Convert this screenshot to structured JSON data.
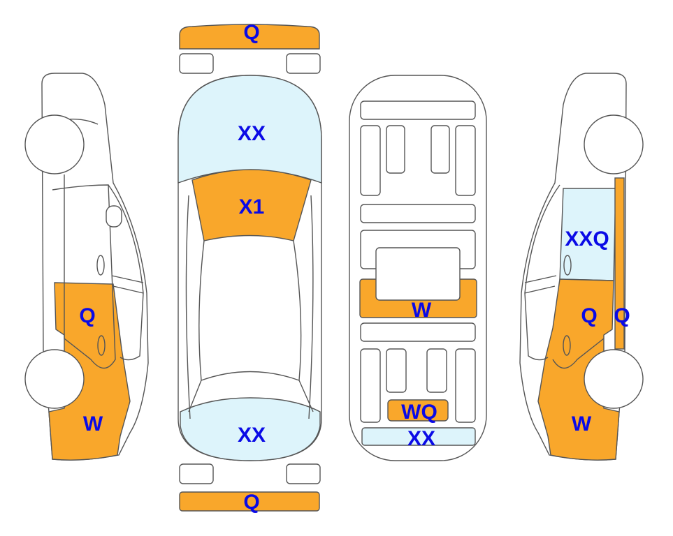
{
  "colors": {
    "damage_orange": "#F9A72B",
    "damage_blue": "#DDF4FB",
    "label": "#0A0AE6"
  },
  "top_view": {
    "front_bumper": "Q",
    "hood": "XX",
    "windshield": "X1",
    "rear_window": "XX",
    "rear_bumper": "Q"
  },
  "underside_view": {
    "middle": "W",
    "rear_small": "WQ",
    "rear_bar": "XX"
  },
  "left_side": {
    "front_door": "Q",
    "front_fender": "W"
  },
  "right_side": {
    "rear_window": "XXQ",
    "front_door": "Q",
    "pillar": "Q",
    "front_fender": "W"
  }
}
